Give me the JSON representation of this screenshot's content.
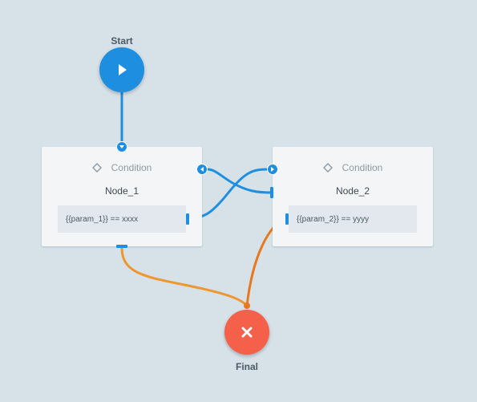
{
  "start": {
    "label": "Start",
    "icon": "play-icon",
    "color": "#1e8fe0"
  },
  "final": {
    "label": "Final",
    "icon": "close-icon",
    "color": "#f4604a"
  },
  "nodes": [
    {
      "id": "node1",
      "type": "Condition",
      "name": "Node_1",
      "condition": "{{param_1}} == xxxx"
    },
    {
      "id": "node2",
      "type": "Condition",
      "name": "Node_2",
      "condition": "{{param_2}} == yyyy"
    }
  ],
  "connections": [
    {
      "from": "Start",
      "to": "Node_1",
      "color": "#1e8fe0"
    },
    {
      "from": "Node_1 condition true",
      "to": "Node_2",
      "color": "#1e8fe0"
    },
    {
      "from": "Node_2 condition true",
      "to": "Node_1",
      "color": "#1e8fe0"
    },
    {
      "from": "Node_1 else",
      "to": "Final",
      "color": "#f0962e"
    },
    {
      "from": "Node_2 else",
      "to": "Final",
      "color": "#e8781e"
    }
  ],
  "colors": {
    "background": "#d6e1e8",
    "accent": "#1e8fe0",
    "final": "#f4604a",
    "else_wire": "#f0962e"
  }
}
